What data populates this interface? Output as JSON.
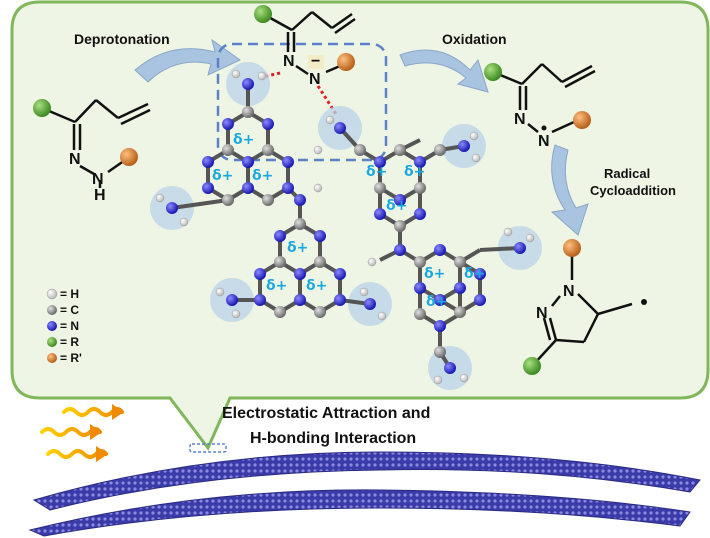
{
  "steps": {
    "deprotonation": "Deprotonation",
    "oxidation": "Oxidation",
    "radical_line1": "Radical",
    "radical_line2": "Cycloaddition"
  },
  "interaction": {
    "line1": "Electrostatic Attraction and",
    "line2": "H-bonding Interaction"
  },
  "atoms": {
    "N": "N",
    "H": "H",
    "delta": "δ+",
    "minus": "−",
    "radical_dot": "•"
  },
  "legend": [
    {
      "symbol": "= H",
      "color": "#f2f2f2"
    },
    {
      "symbol": "= C",
      "color": "#8c8c8c"
    },
    {
      "symbol": "= N",
      "color": "#2a2ad6"
    },
    {
      "symbol": "= R",
      "color": "#58a83a"
    },
    {
      "symbol": "= R'",
      "color": "#d8822a"
    }
  ],
  "colors": {
    "panel_fill": "#eef5e4",
    "panel_border": "#7fb75a",
    "arrow": "#a9c4e0",
    "delta": "#19a8e0",
    "hbond": "#e02020"
  }
}
